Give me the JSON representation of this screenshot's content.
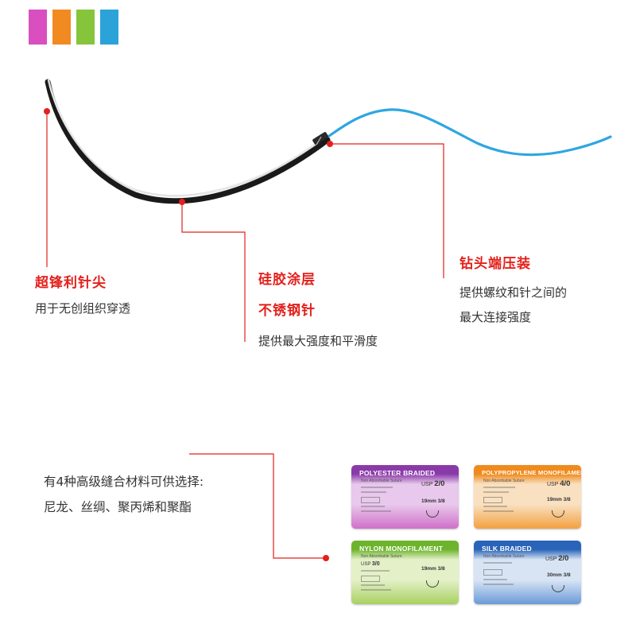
{
  "swatches": [
    "#d94fc0",
    "#f28a22",
    "#86c53b",
    "#2ba3d8"
  ],
  "features": {
    "tip": {
      "title": "超锋利针尖",
      "desc": "用于无创组织穿透"
    },
    "body": {
      "title_1": "硅胶涂层",
      "title_2": "不锈钢针",
      "desc": "提供最大强度和平滑度"
    },
    "drill": {
      "title": "钻头端压装",
      "desc_1": "提供螺纹和针之间的",
      "desc_2": "最大连接强度"
    }
  },
  "materials": {
    "line_1": "有4种高级缝合材料可供选择:",
    "line_2": "尼龙、丝绸、聚丙烯和聚酯"
  },
  "packets": [
    {
      "title": "POLYESTER BRAIDED",
      "subtitle": "Non Absorbable Suture",
      "usp_label": "USP",
      "usp_value": "2/0",
      "size": "19mm 3/8",
      "color_top": "#8a3aa8",
      "color_mid": "#e8c8ec",
      "color_bottom": "#d070c8"
    },
    {
      "title": "POLYPROPYLENE MONOFILAMENT",
      "subtitle": "Non Absorbable Suture",
      "usp_label": "USP",
      "usp_value": "4/0",
      "size": "19mm 3/8",
      "color_top": "#f08a1c",
      "color_mid": "#f8e0c0",
      "color_bottom": "#f3a040"
    },
    {
      "title": "NYLON MONOFILAMENT",
      "subtitle": "Non Absorbable Suture",
      "usp_label": "USP",
      "usp_value": "3/0",
      "size": "19mm 3/8",
      "color_top": "#6db42c",
      "color_mid": "#e4f0c8",
      "color_bottom": "#a8d060"
    },
    {
      "title": "SILK BRAIDED",
      "subtitle": "Non Absorbable Suture",
      "usp_label": "USP",
      "usp_value": "2/0",
      "size": "30mm 3/8",
      "color_top": "#2a64b8",
      "color_mid": "#d8e4f4",
      "color_bottom": "#6a9ad8"
    }
  ],
  "colors": {
    "accent_red": "#e3201b",
    "thread_blue": "#2ea6e0"
  }
}
